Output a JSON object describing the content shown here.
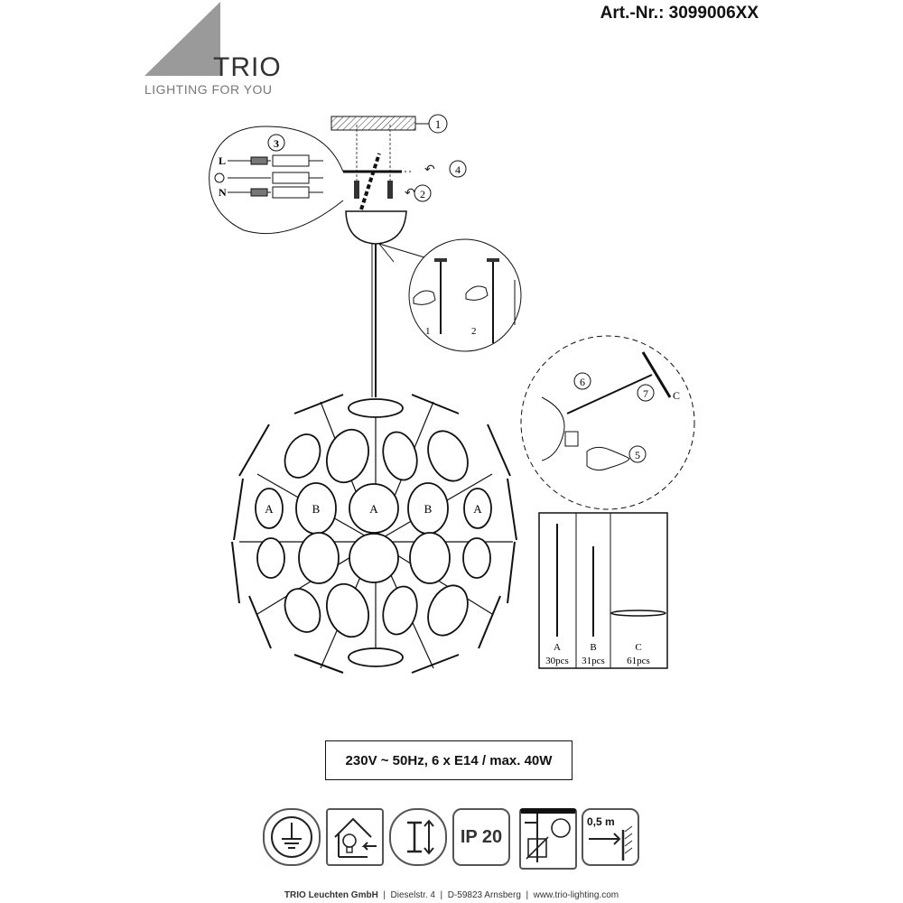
{
  "header": {
    "article_number": "Art.-Nr.: 3099006XX"
  },
  "logo": {
    "brand": "TRIO",
    "tagline": "LIGHTING FOR YOU"
  },
  "diagram": {
    "steps": [
      "1",
      "2",
      "3",
      "4",
      "5",
      "6",
      "7"
    ],
    "wiring_labels": {
      "live": "L",
      "neutral": "N"
    },
    "height_steps": [
      "1",
      "2"
    ],
    "part_labels": {
      "a": "A",
      "b": "B",
      "c": "C"
    }
  },
  "parts": [
    {
      "label": "A",
      "qty": "30pcs"
    },
    {
      "label": "B",
      "qty": "31pcs"
    },
    {
      "label": "C",
      "qty": "61pcs"
    }
  ],
  "spec": "230V ~ 50Hz, 6 x E14 / max. 40W",
  "icons": [
    {
      "name": "protective-earth-icon"
    },
    {
      "name": "indoor-use-icon"
    },
    {
      "name": "adjustable-height-icon"
    },
    {
      "name": "ip20-icon",
      "text": "IP 20"
    },
    {
      "name": "no-dimmer-icon"
    },
    {
      "name": "min-distance-icon",
      "text": "0,5 m"
    }
  ],
  "footer": {
    "company": "TRIO Leuchten GmbH",
    "street": "Dieselstr. 4",
    "city": "D-59823 Arnsberg",
    "web": "www.trio-lighting.com"
  }
}
